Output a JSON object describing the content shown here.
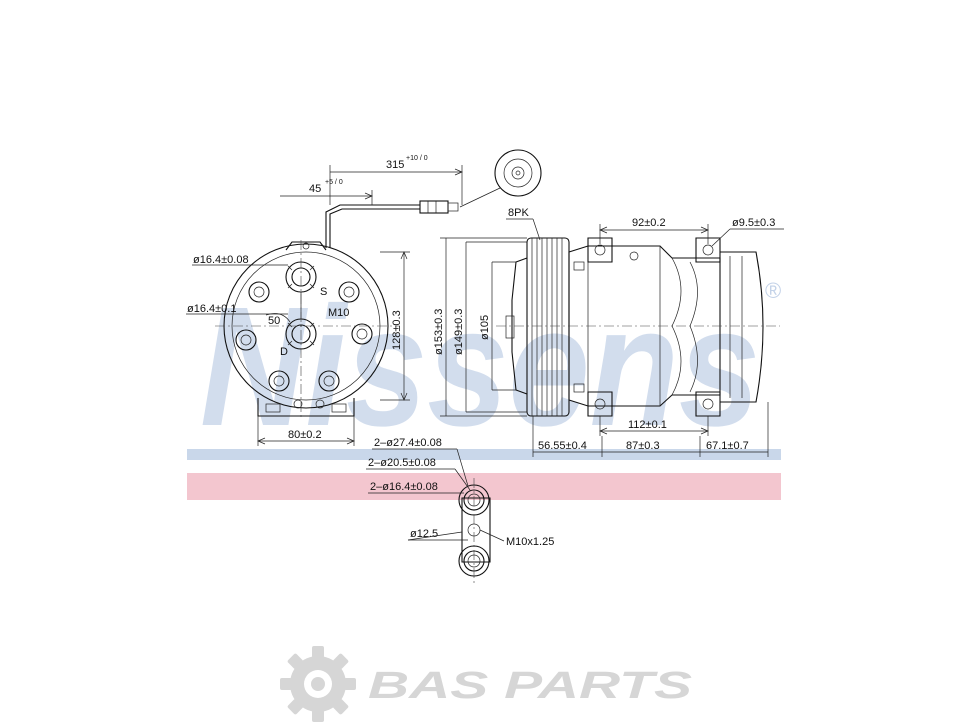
{
  "drawing": {
    "watermark_text": "Nissens",
    "registered_mark": "®",
    "band_colors": {
      "blue": "#c9d7ea",
      "pink": "#f3c6cf",
      "watermark": "#c3d2e8"
    },
    "front_view": {
      "dim_cable_length": "315",
      "dim_cable_length_tol": "+10 / 0",
      "dim_cable_offset": "45",
      "dim_cable_offset_tol": "+5 / 0",
      "dim_port_s": "ø16.4±0.08",
      "dim_port_d": "ø16.4±0.1",
      "label_s": "S",
      "label_d": "D",
      "label_thread": "M10",
      "label_angle": "50",
      "dim_height": "128±0.3",
      "dim_width": "80±0.2"
    },
    "side_view": {
      "label_belt": "8PK",
      "dim_pulley_outer": "ø153±0.3",
      "dim_pulley_mid": "ø149±0.3",
      "dim_pulley_inner": "ø105",
      "dim_mount_spacing": "92±0.2",
      "dim_mount_hole": "ø9.5±0.3",
      "dim_body_length": "112±0.1",
      "dim_pulley_offset": "56.55±0.4",
      "dim_body_mid": "87±0.3",
      "dim_rear": "67.1±0.7"
    },
    "port_detail": {
      "dim_outer": "2–ø27.4±0.08",
      "dim_mid": "2–ø20.5±0.08",
      "dim_inner": "2–ø16.4±0.08",
      "dim_bolt": "ø12.5",
      "dim_thread": "M10x1.25"
    }
  },
  "brand": {
    "name": "BAS PARTS",
    "color": "#d6d6d6"
  }
}
